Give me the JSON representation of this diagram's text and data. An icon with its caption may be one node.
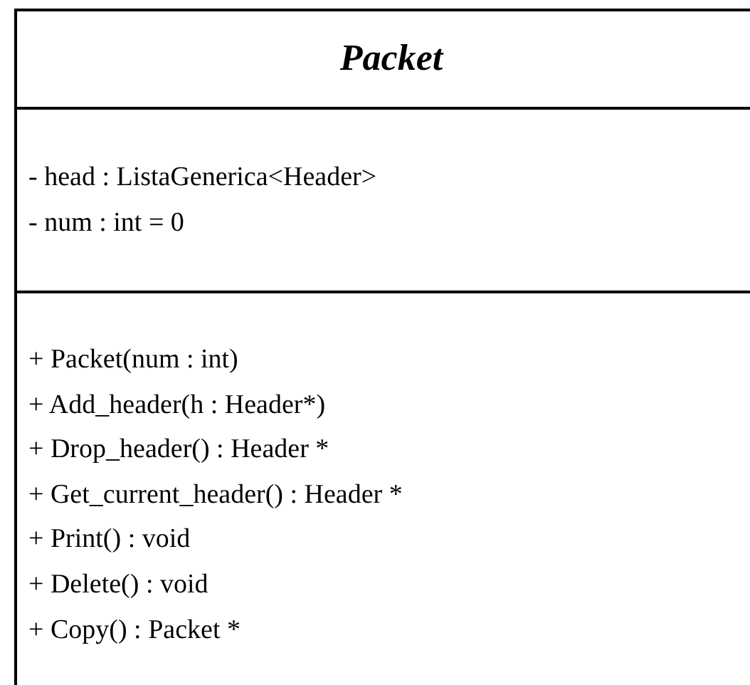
{
  "diagram": {
    "nodes": [
      {
        "text": [
          "Packet",
          "- head : ListaGenerica<Header>",
          "- num : int = 0",
          "+ Packet(num : int)",
          "+ Add_header(h : Header*)",
          "+ Drop_header() : Header *",
          "+ Get_current_header() : Header *",
          "+ Print() : void",
          "+ Delete() : void",
          "+ Copy() : Packet *"
        ]
      }
    ]
  }
}
